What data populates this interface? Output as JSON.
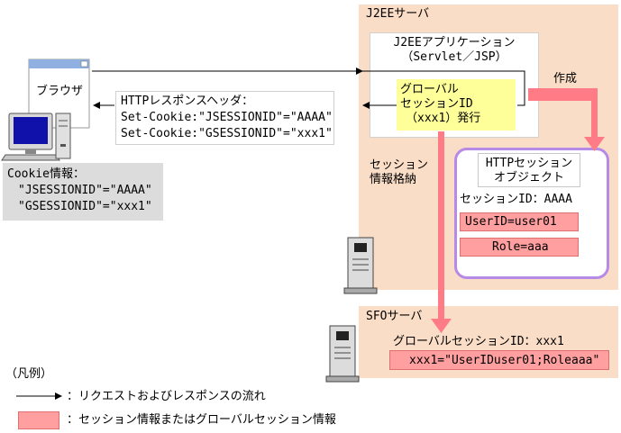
{
  "j2ee_server": {
    "label": "J2EEサーバ"
  },
  "j2ee_app": {
    "line1": "J2EEアプリケーション",
    "line2": "（Servlet／JSP）"
  },
  "global_session": {
    "line1": "グローバル",
    "line2": "セッションID",
    "line3": "（xxx1）発行"
  },
  "create_label": "作成",
  "session_store_label": {
    "line1": "セッション",
    "line2": "情報格納"
  },
  "http_session": {
    "title_line1": "HTTPセッション",
    "title_line2": "オブジェクト",
    "session_id": "セッションID：AAAA",
    "user_id": "UserID=user01",
    "role": "Role=aaa"
  },
  "browser": {
    "label": "ブラウザ"
  },
  "http_header": {
    "title": "HTTPレスポンスヘッダ：",
    "line1": "Set-Cookie:\"JSESSIONID\"=\"AAAA\"",
    "line2": "Set-Cookie:\"GSESSIONID\"=\"xxx1\""
  },
  "cookie": {
    "title": "Cookie情報：",
    "line1": "\"JSESSIONID\"=\"AAAA\"",
    "line2": "\"GSESSIONID\"=\"xxx1\""
  },
  "sfo_server": {
    "label": "SFOサーバ",
    "global_id": "グローバルセッションID：xxx1",
    "entry": "xxx1=\"UserIDuser01;Roleaaa\""
  },
  "legend": {
    "title": "（凡例）",
    "arrow_desc": "：リクエストおよびレスポンスの流れ",
    "pink_desc": "：セッション情報またはグローバルセッション情報"
  },
  "colors": {
    "server_bg": "#f9ddc6",
    "highlight": "#ffff99",
    "session_info": "#ff9f9f",
    "session_arrow": "#ff7c86",
    "http_session_border": "#b68ae6",
    "cookie_bg": "#dcdcdc"
  }
}
